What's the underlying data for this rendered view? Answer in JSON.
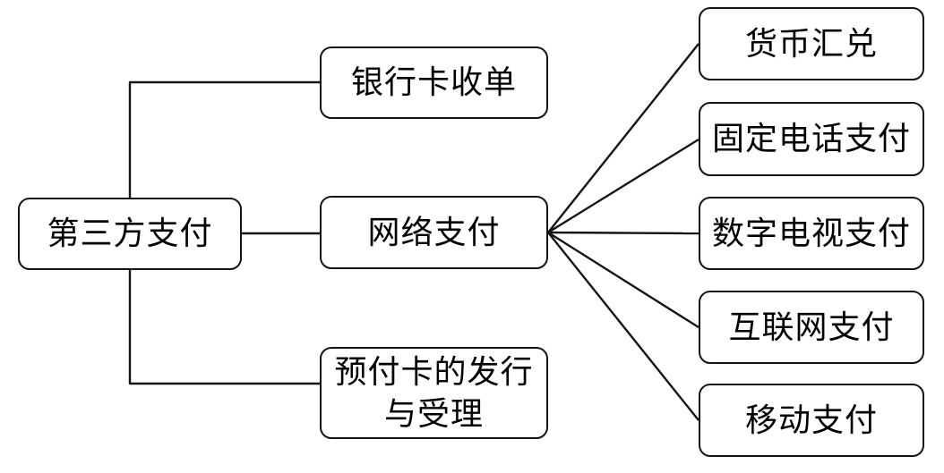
{
  "diagram": {
    "type": "tree",
    "direction": "left-to-right",
    "nodes": [
      {
        "id": "third-party-payment",
        "label": "第三方支付",
        "parent": null
      },
      {
        "id": "bank-card-acquiring",
        "label": "银行卡收单",
        "parent": "third-party-payment"
      },
      {
        "id": "online-payment",
        "label": "网络支付",
        "parent": "third-party-payment"
      },
      {
        "id": "prepaid-card-issuance",
        "label": "预付卡的发行\n与受理",
        "parent": "third-party-payment"
      },
      {
        "id": "currency-exchange",
        "label": "货币汇兑",
        "parent": "online-payment"
      },
      {
        "id": "fixed-phone-payment",
        "label": "固定电话支付",
        "parent": "online-payment"
      },
      {
        "id": "digital-tv-payment",
        "label": "数字电视支付",
        "parent": "online-payment"
      },
      {
        "id": "internet-payment",
        "label": "互联网支付",
        "parent": "online-payment"
      },
      {
        "id": "mobile-payment",
        "label": "移动支付",
        "parent": "online-payment"
      }
    ],
    "colors": {
      "border": "#141414",
      "line": "#141414",
      "text": "#000000",
      "background": "#ffffff"
    }
  }
}
